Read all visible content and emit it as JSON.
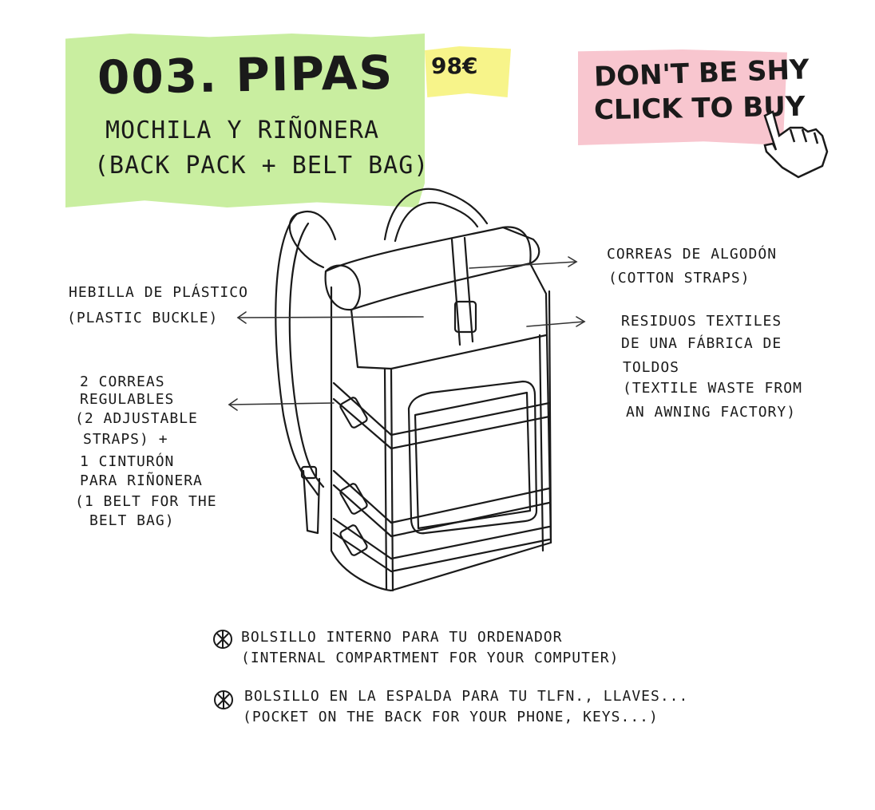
{
  "header": {
    "title": "003. PIPAS",
    "subtitle_es": "MOCHILA Y RIÑONERA",
    "subtitle_en": "(BACK PACK + BELT BAG)",
    "price": "98€"
  },
  "cta": {
    "line1": "DON'T BE SHY",
    "line2": "CLICK TO BUY",
    "icon": "pointing-hand-cursor-icon"
  },
  "annotations": {
    "buckle": [
      "HEBILLA DE PLÁSTICO",
      "(PLASTIC BUCKLE)"
    ],
    "straps": [
      "2 CORREAS",
      "REGULABLES",
      "(2 ADJUSTABLE",
      "STRAPS) +",
      "1 CINTURÓN",
      "PARA RIÑONERA",
      "(1 BELT FOR THE",
      "BELT BAG)"
    ],
    "cotton": [
      "CORREAS DE ALGODÓN",
      "(COTTON STRAPS)"
    ],
    "textile": [
      "RESIDUOS TEXTILES",
      "DE UNA FÁBRICA DE",
      "TOLDOS",
      "(TEXTILE WASTE FROM",
      "AN AWNING FACTORY)"
    ]
  },
  "features": [
    {
      "es": "BOLSILLO INTERNO PARA TU ORDENADOR",
      "en": "(INTERNAL COMPARTMENT FOR YOUR COMPUTER)"
    },
    {
      "es": "BOLSILLO EN LA ESPALDA PARA TU TLFN., LLAVES...",
      "en": "(POCKET ON THE BACK FOR YOUR PHONE, KEYS...)"
    }
  ],
  "colors": {
    "green_tape": "#c9eea0",
    "yellow_tape": "#f7f48a",
    "pink_tape": "#f8c6cf",
    "ink": "#1a1a1a"
  }
}
